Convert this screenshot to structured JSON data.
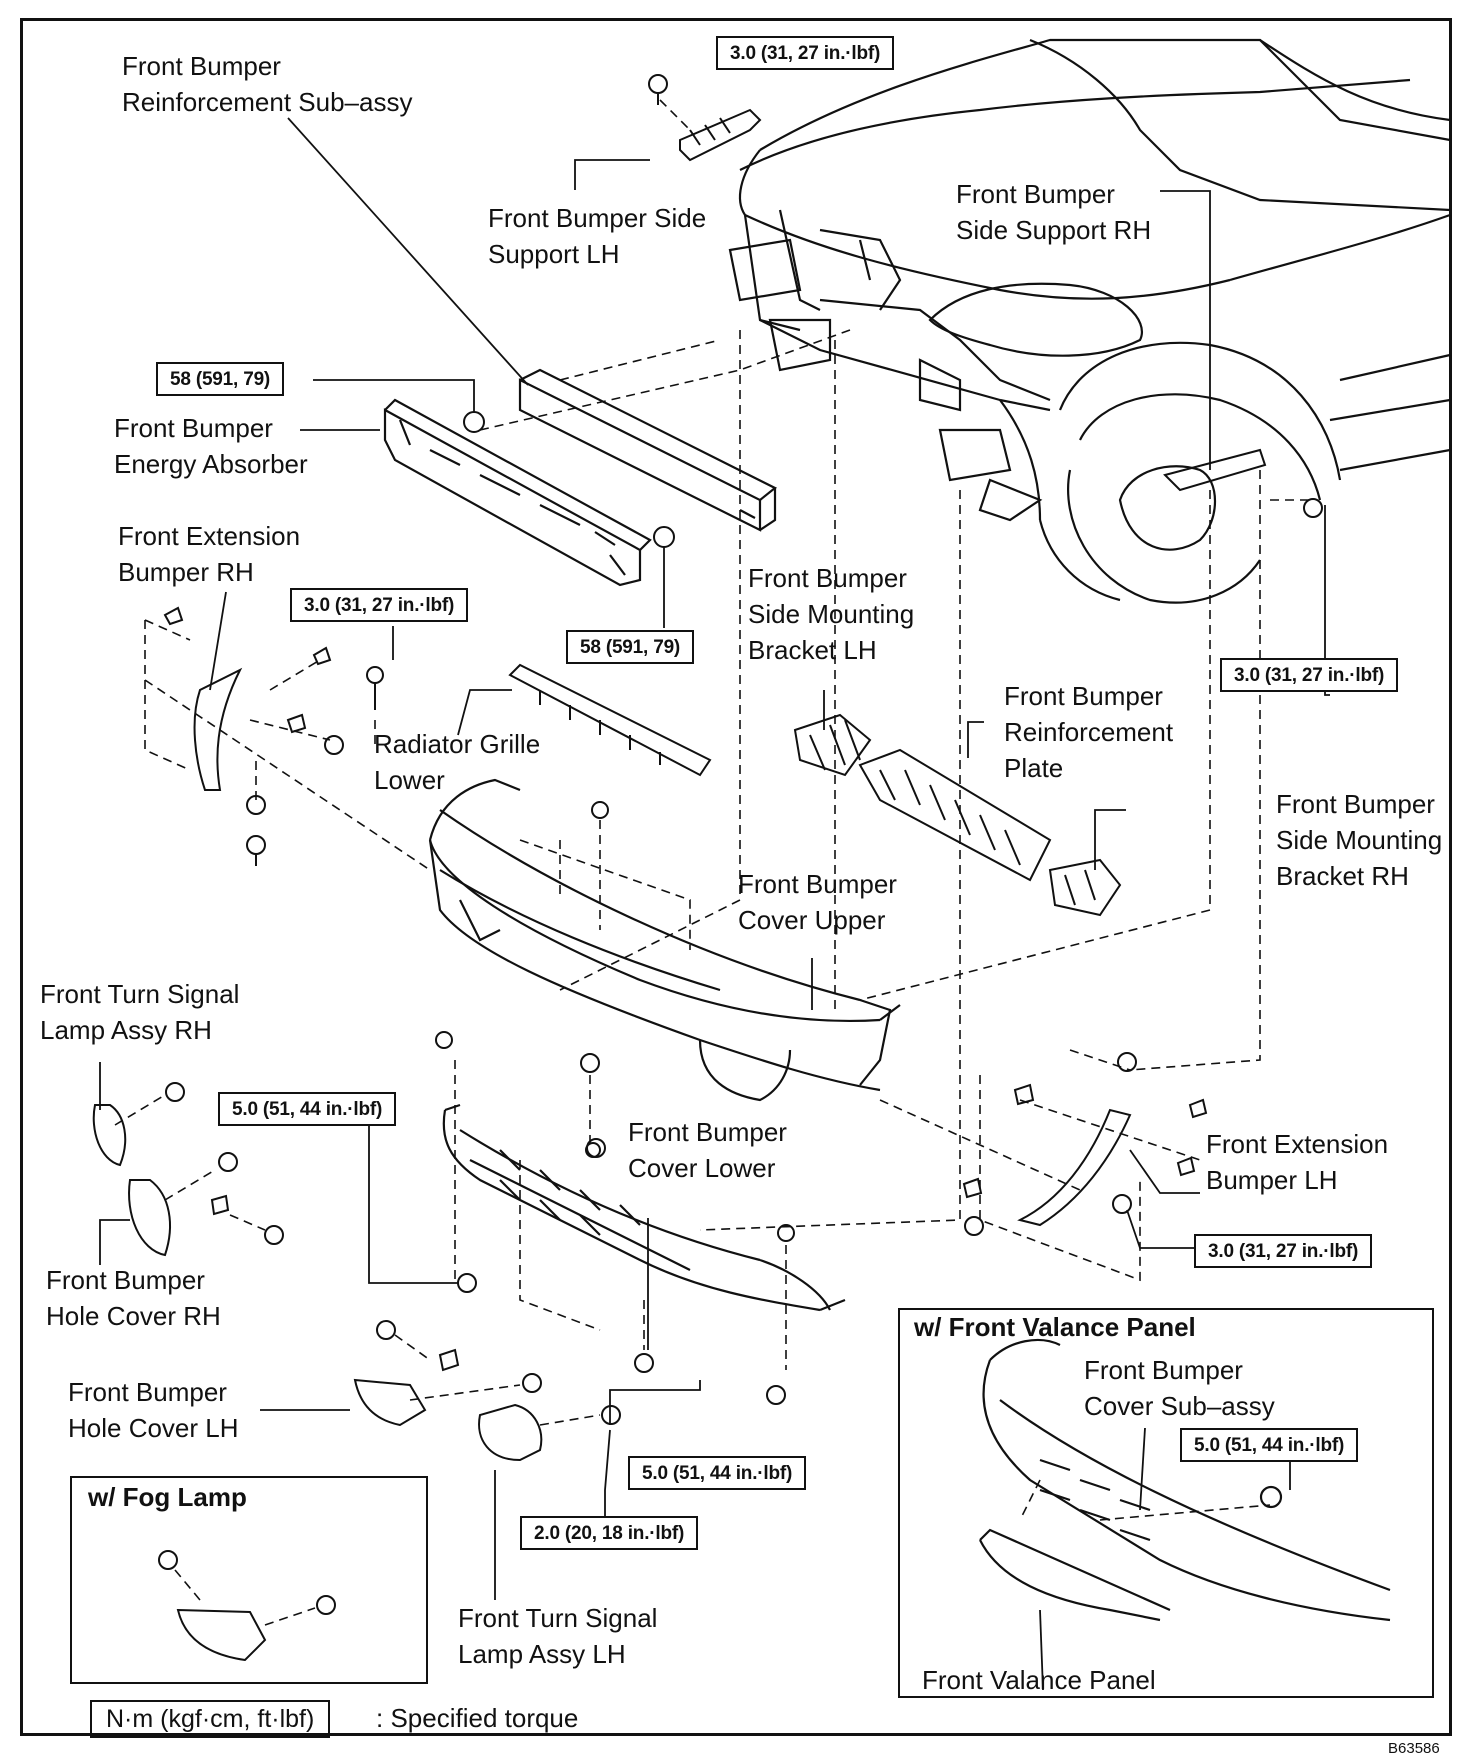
{
  "labels": {
    "reinforcement_sub_assy": [
      "Front Bumper",
      "Reinforcement Sub–assy"
    ],
    "side_support_lh": [
      "Front Bumper Side",
      "Support LH"
    ],
    "side_support_rh": [
      "Front Bumper",
      "Side Support RH"
    ],
    "energy_absorber": [
      "Front Bumper",
      "Energy Absorber"
    ],
    "extension_rh": [
      "Front Extension",
      "Bumper RH"
    ],
    "side_mount_bracket_lh": [
      "Front Bumper",
      "Side Mounting",
      "Bracket LH"
    ],
    "reinforcement_plate": [
      "Front Bumper",
      "Reinforcement",
      "Plate"
    ],
    "radiator_grille_lower": [
      "Radiator Grille",
      "Lower"
    ],
    "side_mount_bracket_rh": [
      "Front Bumper",
      "Side Mounting",
      "Bracket RH"
    ],
    "cover_upper": [
      "Front Bumper",
      "Cover Upper"
    ],
    "turn_signal_rh": [
      "Front Turn Signal",
      "Lamp Assy RH"
    ],
    "cover_lower": [
      "Front Bumper",
      "Cover Lower"
    ],
    "extension_lh": [
      "Front Extension",
      "Bumper LH"
    ],
    "hole_cover_rh": [
      "Front Bumper",
      "Hole Cover RH"
    ],
    "hole_cover_lh": [
      "Front Bumper",
      "Hole Cover LH"
    ],
    "turn_signal_lh": [
      "Front Turn Signal",
      "Lamp Assy LH"
    ],
    "cover_sub_assy": [
      "Front Bumper",
      "Cover Sub–assy"
    ],
    "valance_panel": "Front Valance Panel"
  },
  "torques": {
    "t_top": "3.0 (31, 27 in.·lbf)",
    "t_absorber_nut": "58 (591, 79)",
    "t_absorber_nut2": "58 (591, 79)",
    "t_ext_rh": "3.0 (31, 27 in.·lbf)",
    "t_side_rh": "3.0 (31, 27 in.·lbf)",
    "t_cover_lower_left": "5.0 (51, 44 in.·lbf)",
    "t_ext_lh": "3.0 (31, 27 in.·lbf)",
    "t_cover_lower_bottom": "5.0 (51, 44 in.·lbf)",
    "t_turn_signal": "2.0 (20, 18 in.·lbf)",
    "t_valance": "5.0 (51, 44 in.·lbf)"
  },
  "insets": {
    "fog_lamp_title": "w/ Fog Lamp",
    "valance_title": "w/ Front Valance Panel"
  },
  "legend": {
    "unit": "N·m (kgf·cm, ft·lbf)",
    "meaning": ": Specified torque"
  },
  "figure_code": "B63586"
}
